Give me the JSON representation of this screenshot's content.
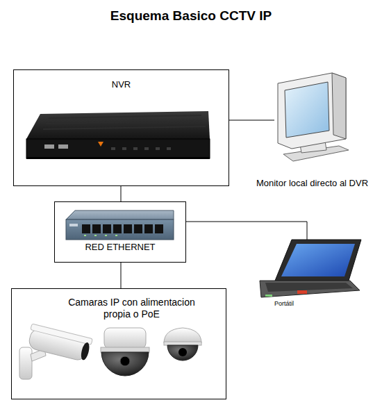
{
  "diagram": {
    "title": "Esquema Basico CCTV IP",
    "nodes": [
      {
        "text": [
          "NVR"
        ]
      },
      {
        "text": [
          "Monitor local directo al DVR"
        ]
      },
      {
        "text": [
          "RED ETHERNET"
        ]
      },
      {
        "text": [
          "Portátil"
        ]
      },
      {
        "text": [
          "Camaras IP con alimentacion propia o PoE"
        ]
      }
    ],
    "edges": [
      {
        "from": 0,
        "to": 1,
        "arrow": "none"
      },
      {
        "from": 0,
        "to": 2,
        "arrow": "none"
      },
      {
        "from": 2,
        "to": 3,
        "arrow": "none"
      },
      {
        "from": 2,
        "to": 4,
        "arrow": "none"
      }
    ]
  }
}
